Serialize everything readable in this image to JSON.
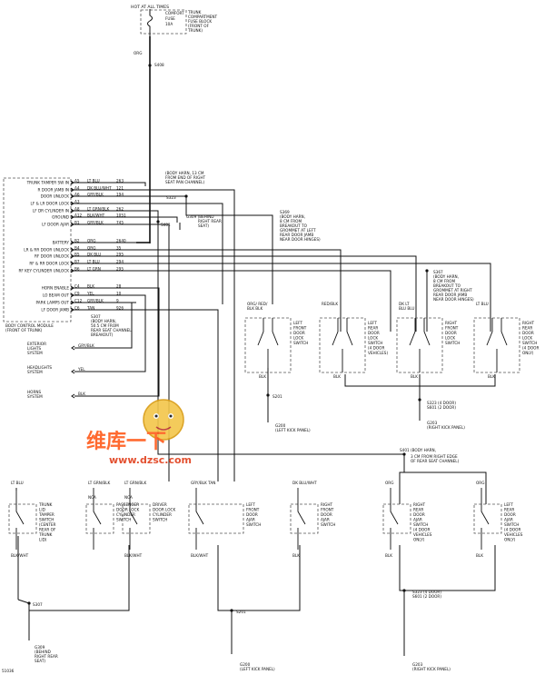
{
  "top": {
    "hot": "HOT AT ALL TIMES",
    "fuse_name": [
      "COMFORT",
      "FUSE",
      "10A"
    ],
    "fuse_block": [
      "TRUNK",
      "COMPARTMENT",
      "FUSE BLOCK",
      "(FRONT OF",
      "TRUNK)"
    ],
    "wire_color": "ORG",
    "splice": "S408"
  },
  "bcm": {
    "title": [
      "BODY CONTROL MODULE",
      "(FRONT OF TRUNK)"
    ],
    "rows": [
      {
        "label": "TRUNK TAMPER SW IN",
        "pin": "A5",
        "wire": "LT BLU",
        "ckt": "263"
      },
      {
        "label": "R DOOR JAMB IN",
        "pin": "A4",
        "wire": "DK BLU/WHT",
        "ckt": "121"
      },
      {
        "label": "DOOR UNLOCK",
        "pin": "A6",
        "wire": "GRY/BLK",
        "ckt": "194"
      },
      {
        "label": "LF & LR DOOR LOCK",
        "pin": "A3",
        "wire": "",
        "ckt": ""
      },
      {
        "label": "LF DR CYLINDER IN",
        "pin": "A8",
        "wire": "LT GRN/BLK",
        "ckt": "262"
      },
      {
        "label": "GROUND",
        "pin": "A12",
        "wire": "BLK/WHT",
        "ckt": "1051"
      },
      {
        "label": "LF DOOR AJAR",
        "pin": "B1",
        "wire": "GRY/BLK",
        "ckt": "745"
      },
      {
        "label": "BATTERY",
        "pin": "B2",
        "wire": "ORG",
        "ckt": "2640"
      },
      {
        "label": "LR & RR DOOR UNLOCK",
        "pin": "B4",
        "wire": "ORG",
        "ckt": "35"
      },
      {
        "label": "RF DOOR UNLOCK",
        "pin": "B5",
        "wire": "DK BLU",
        "ckt": "295"
      },
      {
        "label": "RF & RR DOOR LOCK",
        "pin": "B7",
        "wire": "LT BLU",
        "ckt": "294"
      },
      {
        "label": "RF KEY CYLINDER UNLOCK",
        "pin": "B6",
        "wire": "LT GRN",
        "ckt": "295"
      },
      {
        "label": "HORN ENABLE",
        "pin": "C4",
        "wire": "BLK",
        "ckt": "28"
      },
      {
        "label": "LO BEAM OUT",
        "pin": "C9",
        "wire": "YEL",
        "ckt": "10"
      },
      {
        "label": "PARK LAMPS OUT",
        "pin": "C12",
        "wire": "GRY/BLK",
        "ckt": "9"
      },
      {
        "label": "LF DOOR JAMB",
        "pin": "C6",
        "wire": "TAN",
        "ckt": "926"
      }
    ]
  },
  "notes": {
    "harn_top": [
      "(BODY HARN, 13 CM",
      "FROM END OF RIGHT",
      "SEAT PAN CHANNEL)"
    ],
    "s323": "S323",
    "s401": "S401",
    "g309": [
      "G309 (BEHIND",
      "RIGHT REAR",
      "SEAT)"
    ],
    "s369": [
      "S369",
      "(BODY HARN,",
      "8 CM FROM",
      "BREAKOUT TO",
      "GROMMET AT LEFT",
      "REAR DOOR JAMB",
      "NEAR DOOR HINGES)"
    ],
    "s367": [
      "S367",
      "(BODY HARN,",
      "8 CM FROM",
      "BREAKOUT TO",
      "GROMMET AT RIGHT",
      "REAR DOOR JAMB",
      "NEAR DOOR HINGES)"
    ],
    "s307": [
      "S307",
      "(BODY HARN,",
      "50.5 CM FROM",
      "REAR SEAT CHANNEL",
      "BREAKOUT)"
    ],
    "s401b": [
      "S401 (BODY HARN,",
      "3 CM FROM RIGHT EDGE",
      "OF REAR SEAT CHANNEL)"
    ],
    "s201": "S201",
    "s323b": [
      "S323 (4 DOOR)",
      "S601 (2 DOOR)"
    ],
    "s323c": [
      "S323 (4 DOOR)",
      "S601 (2 DOOR)"
    ],
    "s307b": "S307",
    "g200a": [
      "G200",
      "(LEFT KICK PANEL)"
    ],
    "g203a": [
      "G203",
      "(RIGHT KICK PANEL)"
    ],
    "g309b": [
      "G309",
      "(BEHIND",
      "RIGHT REAR",
      "SEAT)"
    ],
    "g200b": [
      "G200",
      "(LEFT KICK PANEL)"
    ],
    "g203b": [
      "G203",
      "(RIGHT KICK PANEL)"
    ]
  },
  "systems": [
    {
      "wire": "GRY/BLK",
      "name": [
        "EXTERIOR",
        "LIGHTS",
        "SYSTEM"
      ]
    },
    {
      "wire": "YEL",
      "name": [
        "HEADLIGHTS",
        "SYSTEM"
      ]
    },
    {
      "wire": "BLK",
      "name": [
        "HORNS",
        "SYSTEM"
      ]
    }
  ],
  "lock_switches": [
    {
      "wires": "ORG/ RED/",
      "wires2": "BLK   BLK",
      "name": [
        "LEFT",
        "FRONT",
        "DOOR",
        "LOCK",
        "SWITCH"
      ],
      "gnd": "BLK"
    },
    {
      "wires": "RED/BLK",
      "wires2": "",
      "name": [
        "LEFT",
        "REAR",
        "DOOR",
        "LOCK",
        "SWITCH",
        "(4 DOOR",
        "VEHICLES)"
      ],
      "gnd": "BLK"
    },
    {
      "wires": "DK   LT",
      "wires2": "BLU  BLU",
      "name": [
        "RIGHT",
        "FRONT",
        "DOOR",
        "LOCK",
        "SWITCH"
      ],
      "gnd": "BLK"
    },
    {
      "wires": "LT BLU",
      "wires2": "",
      "name": [
        "RIGHT",
        "REAR",
        "DOOR",
        "LOCK",
        "SWITCH",
        "(4 DOOR",
        "ONLY)"
      ],
      "gnd": "BLK"
    }
  ],
  "bottom_switches": [
    {
      "wire": "LT BLU",
      "name": [
        "TRUNK",
        "LID",
        "TAMPER",
        "SWITCH",
        "(CENTER",
        "REAR OF",
        "TRUNK",
        "LID)"
      ],
      "out": "BLK/WHT",
      "nca": ""
    },
    {
      "wire": "LT GRN/BLK",
      "name": [
        "PASSENGER",
        "DOOR LOCK",
        "CYLINDER",
        "SWITCH"
      ],
      "out": "",
      "nca": "NCA"
    },
    {
      "wire": "LT GRN/BLK",
      "name": [
        "DRIVER",
        "DOOR LOCK",
        "CYLINDER",
        "SWITCH"
      ],
      "out": "BLK/WHT",
      "nca": "NCA"
    },
    {
      "wire": "GRY/BLK   TAN",
      "name": [
        "LEFT",
        "FRONT",
        "DOOR",
        "AJAR",
        "SWITCH"
      ],
      "out": "BLK/WHT",
      "nca": ""
    },
    {
      "wire": "DK BLU/WHT",
      "name": [
        "RIGHT",
        "FRONT",
        "DOOR",
        "AJAR",
        "SWITCH"
      ],
      "out": "BLK",
      "nca": ""
    },
    {
      "wire": "ORG",
      "name": [
        "RIGHT",
        "REAR",
        "DOOR",
        "AJAR",
        "SWITCH",
        "(4 DOOR",
        "VEHICLES",
        "ONLY)"
      ],
      "out": "BLK",
      "nca": ""
    },
    {
      "wire": "ORG",
      "name": [
        "LEFT",
        "REAR",
        "DOOR",
        "AJAR",
        "SWITCH",
        "(4 DOOR",
        "VEHICLES",
        "ONLY)"
      ],
      "out": "BLK",
      "nca": ""
    }
  ],
  "watermark": {
    "line1": "维库一下",
    "url": "www.dzsc.com"
  },
  "figure_id": "51036"
}
